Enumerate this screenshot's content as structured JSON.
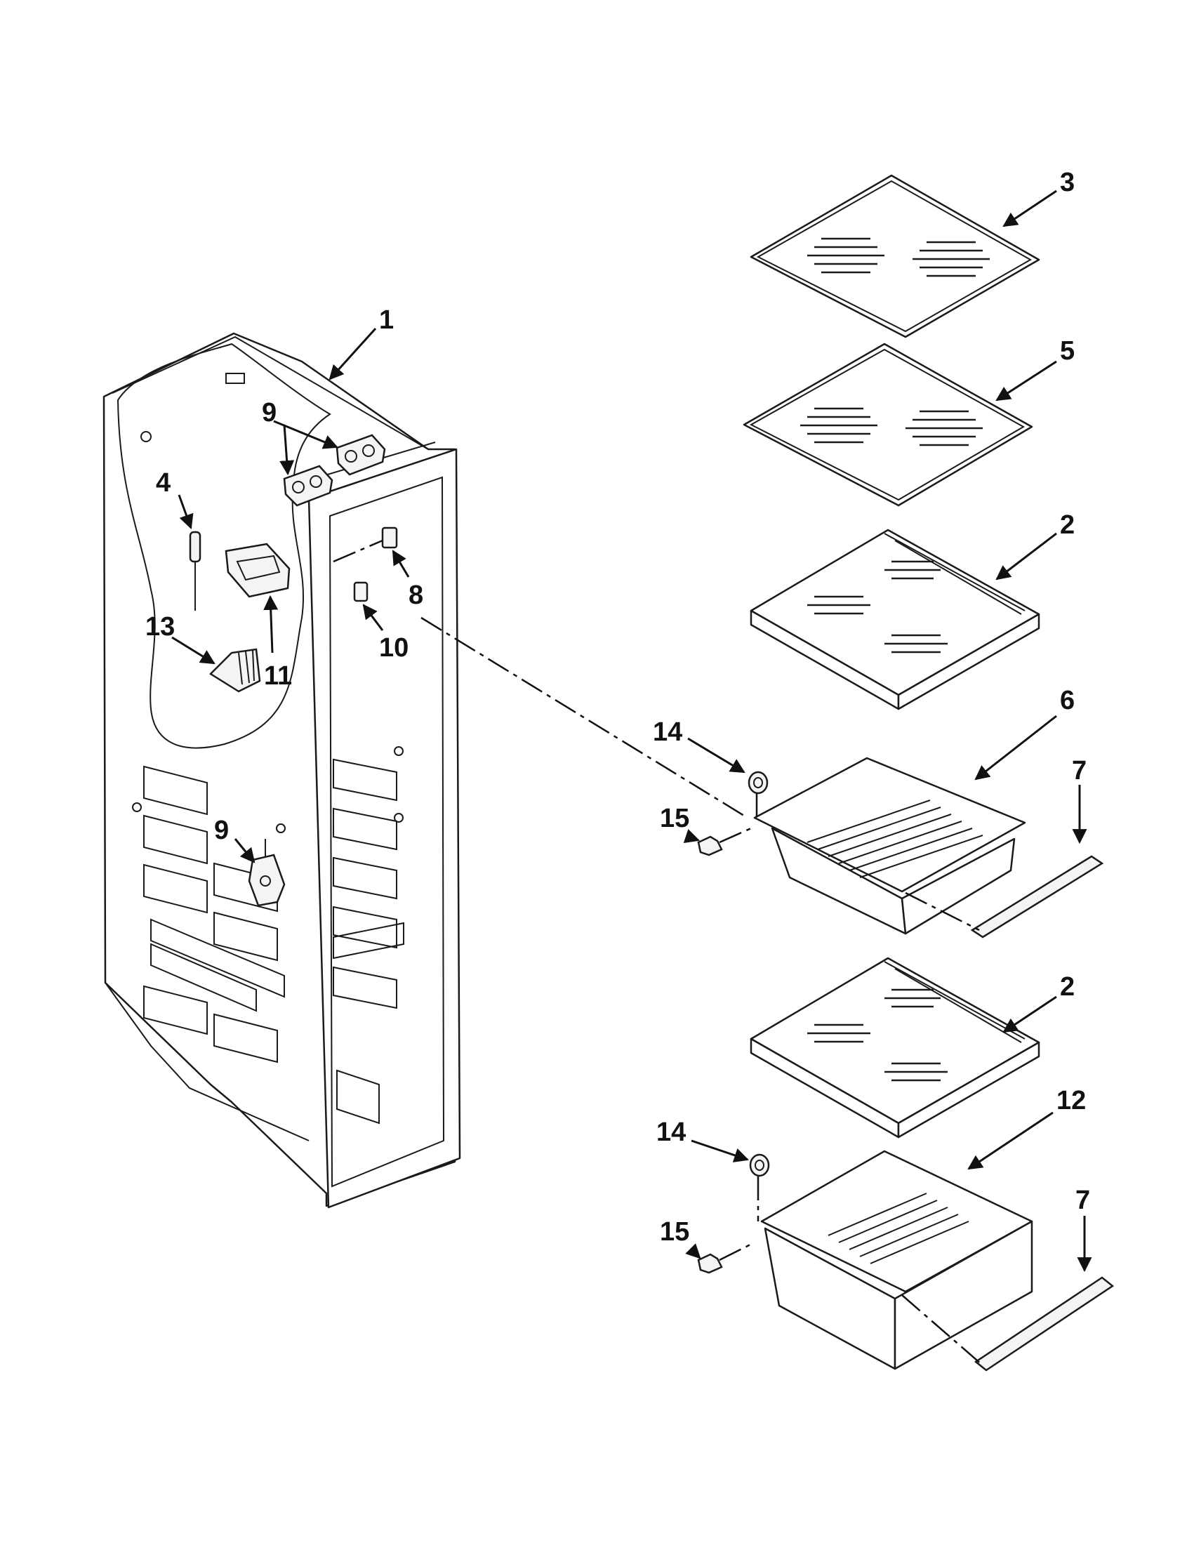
{
  "callouts": [
    {
      "id": "c1",
      "label": "1"
    },
    {
      "id": "c2a",
      "label": "2"
    },
    {
      "id": "c2b",
      "label": "2"
    },
    {
      "id": "c3",
      "label": "3"
    },
    {
      "id": "c4",
      "label": "4"
    },
    {
      "id": "c5",
      "label": "5"
    },
    {
      "id": "c6",
      "label": "6"
    },
    {
      "id": "c7a",
      "label": "7"
    },
    {
      "id": "c7b",
      "label": "7"
    },
    {
      "id": "c8",
      "label": "8"
    },
    {
      "id": "c9a",
      "label": "9"
    },
    {
      "id": "c9b",
      "label": "9"
    },
    {
      "id": "c10",
      "label": "10"
    },
    {
      "id": "c11",
      "label": "11"
    },
    {
      "id": "c12",
      "label": "12"
    },
    {
      "id": "c13",
      "label": "13"
    },
    {
      "id": "c14a",
      "label": "14"
    },
    {
      "id": "c14b",
      "label": "14"
    },
    {
      "id": "c15a",
      "label": "15"
    },
    {
      "id": "c15b",
      "label": "15"
    }
  ]
}
